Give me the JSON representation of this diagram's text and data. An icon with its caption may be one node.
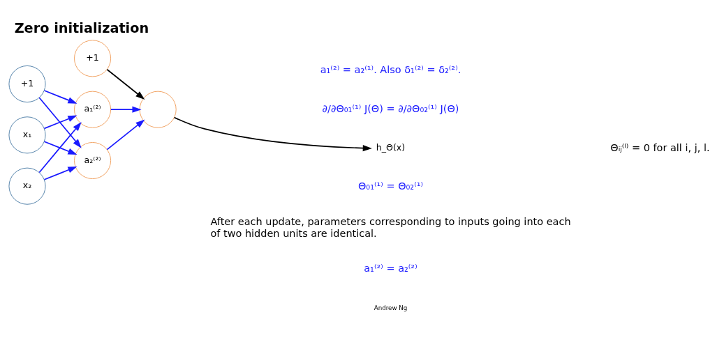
{
  "diagram": {
    "title": "Zero initialization",
    "nodes": [
      {
        "text": [
          "+1"
        ]
      },
      {
        "text": [
          "x₁"
        ]
      },
      {
        "text": [
          "x₂"
        ]
      },
      {
        "text": [
          "+1"
        ]
      },
      {
        "text": [
          "a₁⁽²⁾"
        ]
      },
      {
        "text": [
          "a₂⁽²⁾"
        ]
      },
      {
        "text": [],
        "shape": "circle"
      },
      {
        "text": [
          "h_Θ(x)"
        ]
      }
    ],
    "edges": [
      {
        "from": 0,
        "to": 4,
        "arrow": "to"
      },
      {
        "from": 0,
        "to": 5,
        "arrow": "to"
      },
      {
        "from": 1,
        "to": 4,
        "arrow": "to"
      },
      {
        "from": 1,
        "to": 5,
        "arrow": "to"
      },
      {
        "from": 2,
        "to": 4,
        "arrow": "to"
      },
      {
        "from": 2,
        "to": 5,
        "arrow": "to"
      },
      {
        "from": 3,
        "to": 6,
        "arrow": "to",
        "color": "#000000"
      },
      {
        "from": 4,
        "to": 6,
        "arrow": "to"
      },
      {
        "from": 5,
        "to": 6,
        "arrow": "to"
      },
      {
        "from": 6,
        "to": 7,
        "arrow": "to",
        "color": "#000000"
      }
    ],
    "labels": [
      "Θᵢⱼ⁽ˡ⁾ = 0 for all i, j, l.",
      "a₁⁽²⁾ = a₂⁽¹⁾. Also δ₁⁽²⁾ = δ₂⁽²⁾.",
      "∂/∂Θ₀₁⁽¹⁾ J(Θ) = ∂/∂Θ₀₂⁽¹⁾ J(Θ)",
      "Θ₀₁⁽¹⁾ = Θ₀₂⁽¹⁾",
      "After each update, parameters corresponding to inputs going into each of two hidden units are identical.",
      "a₁⁽²⁾ = a₂⁽²⁾",
      "Andrew Ng"
    ]
  }
}
